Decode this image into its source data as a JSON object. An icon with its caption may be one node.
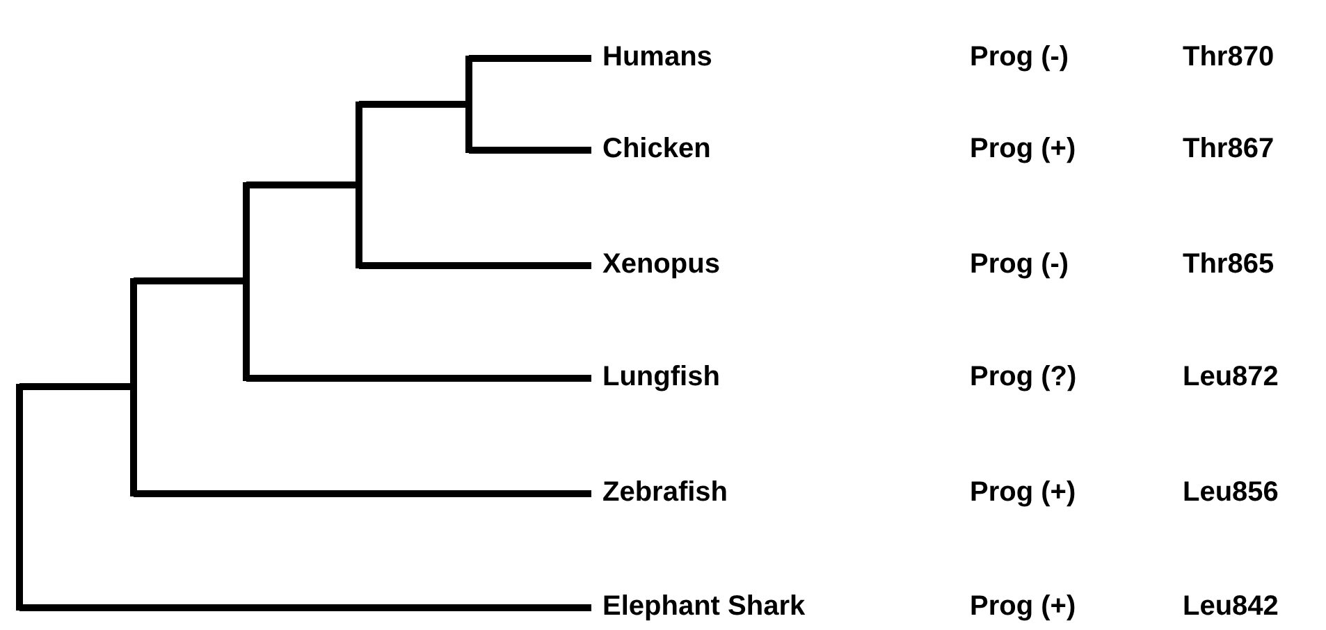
{
  "diagram": {
    "nodes": [
      {
        "text": [
          "Humans"
        ]
      },
      {
        "text": [
          "Chicken"
        ]
      },
      {
        "text": [
          "Xenopus"
        ]
      },
      {
        "text": [
          "Lungfish"
        ]
      },
      {
        "text": [
          "Zebrafish"
        ]
      },
      {
        "text": [
          "Elephant Shark"
        ]
      }
    ],
    "labels": [
      "Prog (-)",
      "Thr870",
      "Prog (+)",
      "Thr867",
      "Prog (-)",
      "Thr865",
      "Prog (?)",
      "Leu872",
      "Prog (+)",
      "Leu856",
      "Prog (+)",
      "Leu842"
    ]
  }
}
